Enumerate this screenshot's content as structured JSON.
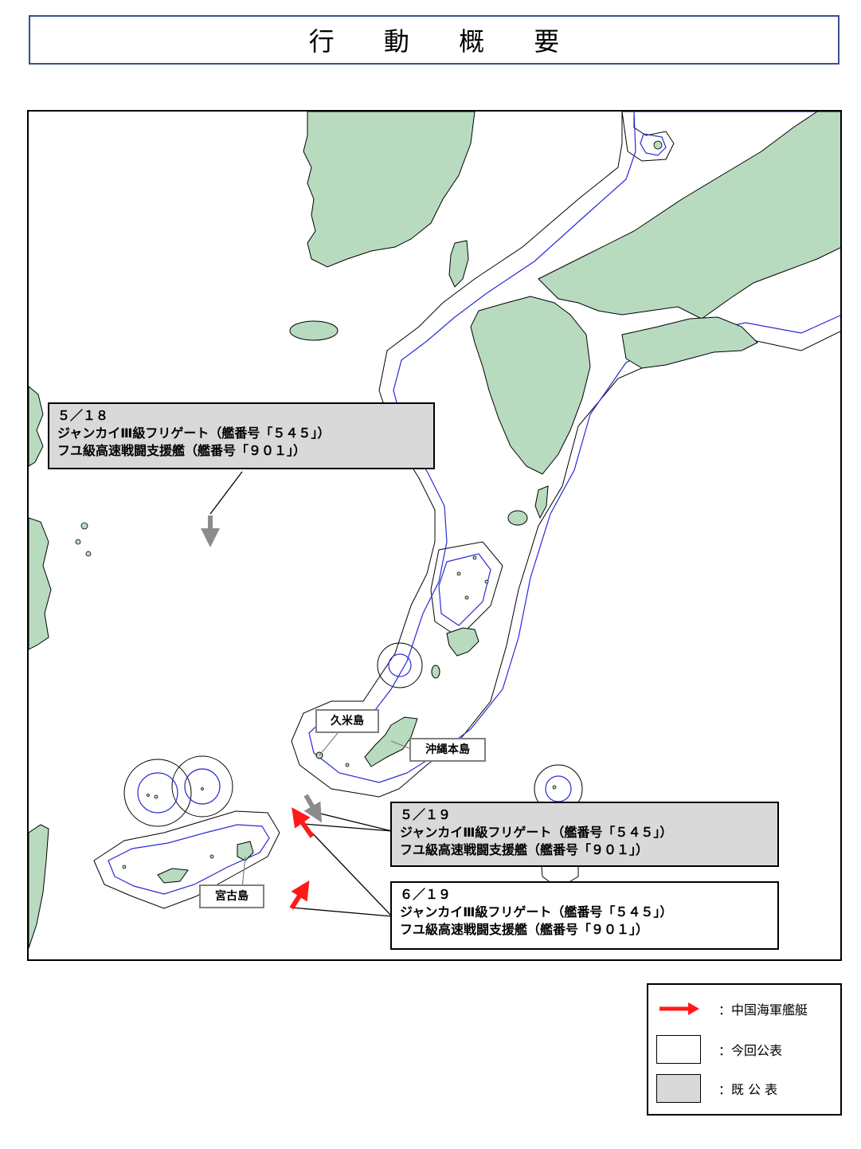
{
  "page": {
    "title": "行 動 概 要"
  },
  "callouts": {
    "may18": {
      "date": "５／１８",
      "ship1": "ジャンカイⅢ級フリゲート（艦番号「５４５」）",
      "ship2": "フユ級高速戦闘支援艦（艦番号「９０１」）"
    },
    "may19": {
      "date": "５／１９",
      "ship1": "ジャンカイⅢ級フリゲート（艦番号「５４５」）",
      "ship2": "フユ級高速戦闘支援艦（艦番号「９０１」）"
    },
    "jun19": {
      "date": "６／１９",
      "ship1": "ジャンカイⅢ級フリゲート（艦番号「５４５」）",
      "ship2": "フユ級高速戦闘支援艦（艦番号「９０１」）"
    }
  },
  "places": {
    "kume": "久米島",
    "okinawa": "沖縄本島",
    "miyako": "宮古島"
  },
  "legend": {
    "navy": "：中国海軍艦艇",
    "new_release": "：今回公表",
    "published": "：既 公 表"
  },
  "colors": {
    "land": "#b8dbbf",
    "boundary": "#2a2ad6",
    "navy_arrow": "#ff1a1a",
    "published_arrow": "#8c8c8c",
    "published_fill": "#d9d9d9",
    "title_border": "#3b4f8c"
  }
}
